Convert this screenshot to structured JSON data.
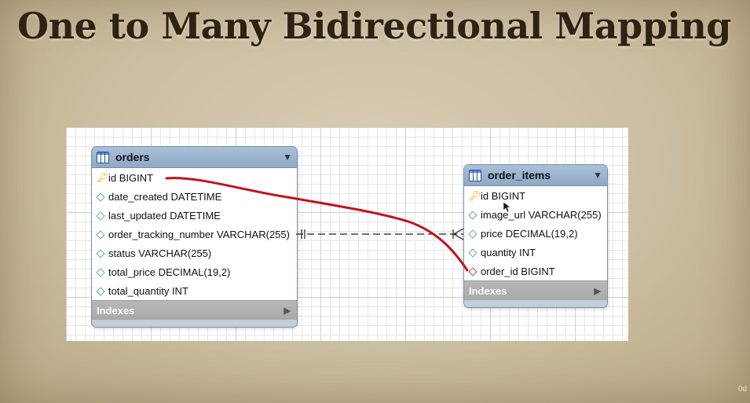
{
  "title": "One to Many Bidirectional Mapping",
  "tables": {
    "orders": {
      "name": "orders",
      "columns": [
        {
          "label": "id BIGINT",
          "kind": "pk"
        },
        {
          "label": "date_created DATETIME",
          "kind": "col"
        },
        {
          "label": "last_updated DATETIME",
          "kind": "col"
        },
        {
          "label": "order_tracking_number VARCHAR(255)",
          "kind": "col"
        },
        {
          "label": "status VARCHAR(255)",
          "kind": "col"
        },
        {
          "label": "total_price DECIMAL(19,2)",
          "kind": "col"
        },
        {
          "label": "total_quantity INT",
          "kind": "col"
        }
      ],
      "indexes_label": "Indexes"
    },
    "order_items": {
      "name": "order_items",
      "columns": [
        {
          "label": "id BIGINT",
          "kind": "pk"
        },
        {
          "label": "image_url VARCHAR(255)",
          "kind": "col"
        },
        {
          "label": "price DECIMAL(19,2)",
          "kind": "col"
        },
        {
          "label": "quantity INT",
          "kind": "col"
        },
        {
          "label": "order_id BIGINT",
          "kind": "fk"
        }
      ],
      "indexes_label": "Indexes"
    }
  },
  "relationship": {
    "from": "orders",
    "to": "order_items",
    "cardinality": "one-to-many"
  },
  "annotation_color": "#c0141c",
  "header_color": "#9bb5d1",
  "watermark": "0d"
}
